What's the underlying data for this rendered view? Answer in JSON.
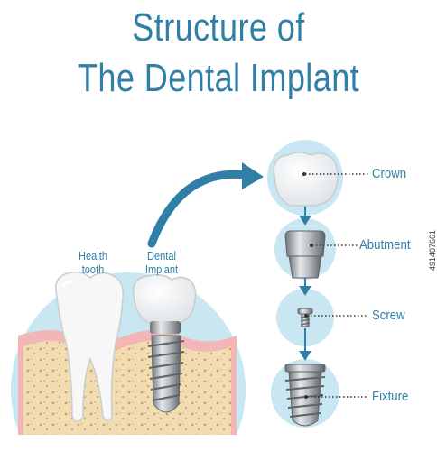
{
  "title": {
    "line1": "Structure of",
    "line2": "The Dental Implant"
  },
  "left_labels": {
    "tooth": "Health\ntooth",
    "implant": "Dental\nImplant"
  },
  "parts": [
    {
      "label": "Crown"
    },
    {
      "label": "Abutment"
    },
    {
      "label": "Screw"
    },
    {
      "label": "Fixture"
    }
  ],
  "stock_id": "491407661",
  "colors": {
    "accent": "#2f7fa6",
    "circle": "#c9e7f2",
    "bone": "#f2dcb2",
    "gum": "#f3b6b6"
  }
}
